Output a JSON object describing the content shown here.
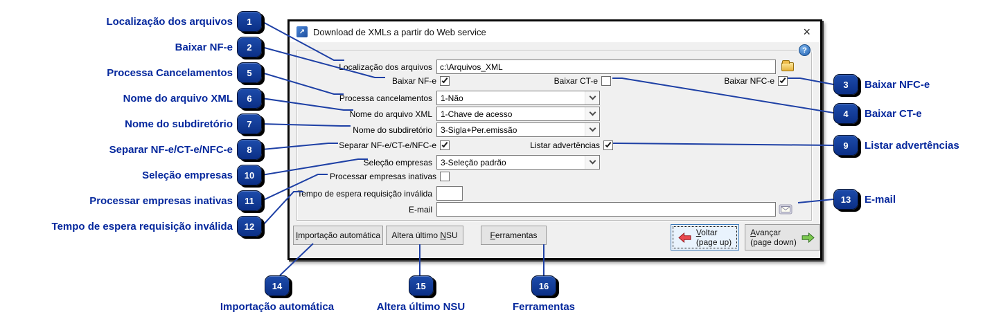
{
  "window": {
    "title": "Download de XMLs a partir do Web service",
    "close_symbol": "×",
    "help_symbol": "?",
    "title_icon_symbol": "↗"
  },
  "form": {
    "localizacao": {
      "label": "Localização dos arquivos",
      "value": "c:\\Arquivos_XML"
    },
    "baixar_nfe": {
      "label": "Baixar NF-e",
      "checked": true
    },
    "baixar_cte": {
      "label": "Baixar CT-e",
      "checked": false
    },
    "baixar_nfce": {
      "label": "Baixar NFC-e",
      "checked": true
    },
    "processa_cancelamentos": {
      "label": "Processa cancelamentos",
      "value": "1-Não"
    },
    "nome_arquivo_xml": {
      "label": "Nome do arquivo XML",
      "value": "1-Chave de acesso"
    },
    "nome_subdiretorio": {
      "label": "Nome do subdiretório",
      "value": "3-Sigla+Per.emissão"
    },
    "separar": {
      "label": "Separar NF-e/CT-e/NFC-e",
      "checked": true
    },
    "listar_advertencias": {
      "label": "Listar advertências",
      "checked": true
    },
    "selecao_empresas": {
      "label": "Seleção empresas",
      "value": "3-Seleção padrão"
    },
    "processar_inativas": {
      "label": "Processar empresas inativas",
      "checked": false
    },
    "tempo_espera": {
      "label": "Tempo de espera requisição inválida",
      "value": ""
    },
    "email": {
      "label": "E-mail",
      "value": ""
    }
  },
  "buttons": {
    "importacao": {
      "pre": "",
      "accel": "I",
      "post": "mportação automática"
    },
    "nsu": {
      "pre": "Altera último ",
      "accel": "N",
      "post": "SU"
    },
    "ferramentas": {
      "pre": "",
      "accel": "F",
      "post": "erramentas"
    },
    "voltar": {
      "pre": "",
      "accel": "V",
      "post": "oltar",
      "sub": "(page up)"
    },
    "avancar": {
      "pre": "",
      "accel": "A",
      "post": "vançar",
      "sub": "(page down)"
    }
  },
  "callouts": {
    "left": [
      {
        "num": "1",
        "label": "Localização dos arquivos"
      },
      {
        "num": "2",
        "label": "Baixar NF-e"
      },
      {
        "num": "5",
        "label": "Processa Cancelamentos"
      },
      {
        "num": "6",
        "label": "Nome do arquivo XML"
      },
      {
        "num": "7",
        "label": "Nome do subdiretório"
      },
      {
        "num": "8",
        "label": "Separar NF-e/CT-e/NFC-e"
      },
      {
        "num": "10",
        "label": "Seleção empresas"
      },
      {
        "num": "11",
        "label": "Processar empresas inativas"
      },
      {
        "num": "12",
        "label": "Tempo de espera requisição inválida"
      }
    ],
    "right": [
      {
        "num": "3",
        "label": "Baixar NFC-e"
      },
      {
        "num": "4",
        "label": "Baixar CT-e"
      },
      {
        "num": "9",
        "label": "Listar advertências"
      },
      {
        "num": "13",
        "label": "E-mail"
      }
    ],
    "bottom": [
      {
        "num": "14",
        "label": "Importação automática"
      },
      {
        "num": "15",
        "label": "Altera último NSU"
      },
      {
        "num": "16",
        "label": "Ferramentas"
      }
    ]
  },
  "colors": {
    "callout_text": "#05289d",
    "badge_fill": "#10409d",
    "connector_line": "#1e40a5",
    "focus_button_bg": "#e9f3fd",
    "focus_button_border": "#3a78b8",
    "back_arrow": "#e8494f",
    "forward_arrow": "#7cc850"
  }
}
